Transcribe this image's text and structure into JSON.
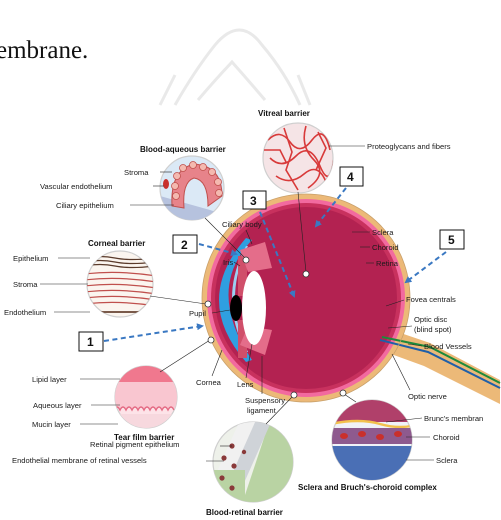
{
  "header_text": "embrane.",
  "colors": {
    "sclera": "#ecb978",
    "vitreous": "#b32251",
    "choroid": "#f26a9f",
    "cornea": "#2f9fe0",
    "arrow": "#3a78c2",
    "vessel_red": "#d63b3b"
  },
  "barriers": {
    "vitreal": {
      "title": "Vitreal barrier",
      "labels": [
        "Proteoglycans and fibers"
      ]
    },
    "blood_aqueous": {
      "title": "Blood-aqueous barrier",
      "labels": [
        "Stroma",
        "Vascular endothelium",
        "Ciliary epithelium"
      ]
    },
    "corneal": {
      "title": "Corneal barrier",
      "labels": [
        "Epithelium",
        "Stroma",
        "Endothelium"
      ]
    },
    "tear_film": {
      "title": "Tear film barrier",
      "labels": [
        "Lipid layer",
        "Aqueous layer",
        "Mucin layer"
      ]
    },
    "blood_retinal": {
      "title": "Blood-retinal barrier",
      "labels": [
        "Retinal pigment epithelium",
        "Endothelial membrane of retinal vessels"
      ]
    },
    "sclera_bruch": {
      "title": "Sclera and Bruch's-choroid complex",
      "labels": [
        "Brunc's membran",
        "Choroid",
        "Sclera"
      ]
    }
  },
  "eye_labels": {
    "ciliary_body": "Ciliary body",
    "iris": "Iris",
    "pupil": "Pupil",
    "cornea": "Cornea",
    "lens": "Lens",
    "suspensory": "Suspensory",
    "ligament": "ligament",
    "sclera": "Sclera",
    "choroid": "Choroid",
    "retina": "Retina",
    "fovea": "Fovea centrals",
    "optic_disc": "Optic disc",
    "blind_spot": "(blind spot)",
    "blood_vessels": "Blood Vessels",
    "optic_nerve": "Optic nerve"
  },
  "routes": [
    "1",
    "2",
    "3",
    "4",
    "5"
  ]
}
